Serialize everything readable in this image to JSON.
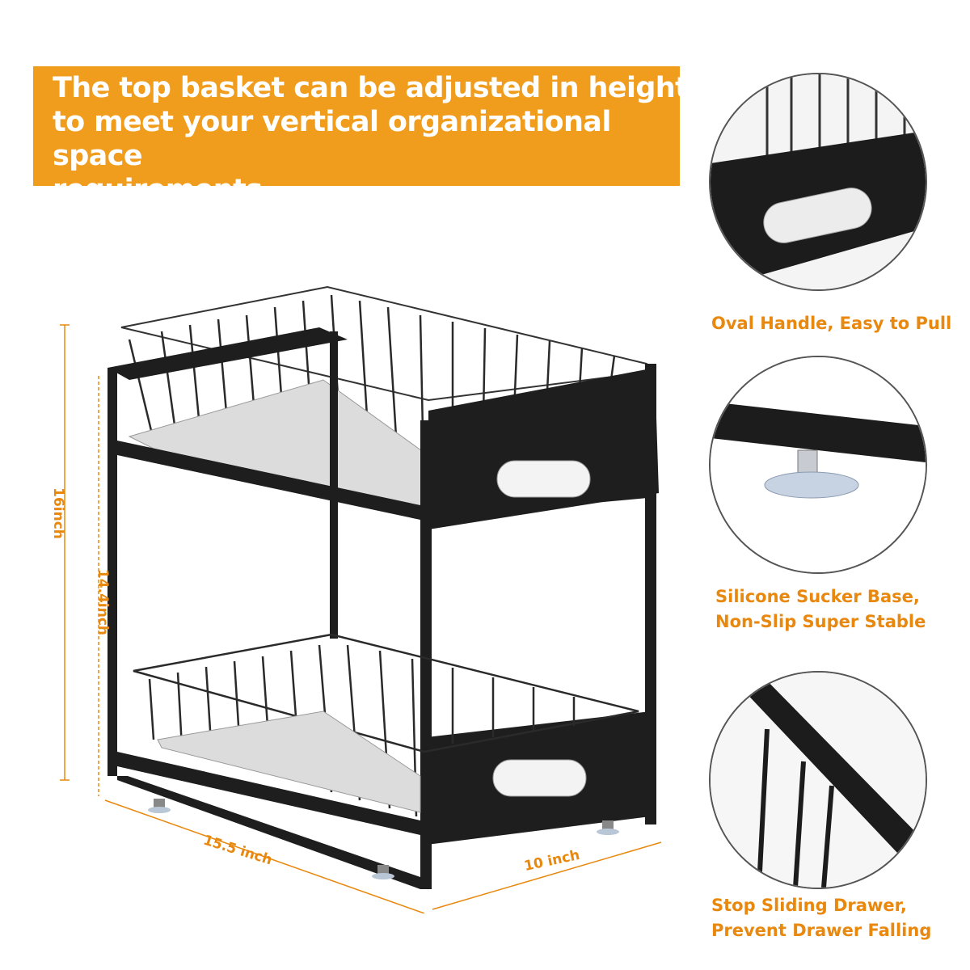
{
  "banner": {
    "lines": [
      "The top basket can be adjusted in height",
      "to meet your vertical organizational space",
      "requirements."
    ],
    "color": "#f09c1c"
  },
  "features": [
    {
      "icon": "oval-handle-closeup",
      "lines": [
        "Oval Handle, Easy to Pull"
      ]
    },
    {
      "icon": "sucker-base-closeup",
      "lines": [
        "Silicone Sucker Base,",
        "Non-Slip Super Stable"
      ]
    },
    {
      "icon": "stop-sliding-closeup",
      "lines": [
        "Stop Sliding Drawer,",
        "Prevent Drawer Falling"
      ]
    }
  ],
  "dimensions": {
    "overall_height": "16inch",
    "inner_height": "14.4inch",
    "width": "15.5 inch",
    "depth": "10 inch"
  },
  "colors": {
    "accent": "#e8880e",
    "frame": "#1e1e1e"
  }
}
